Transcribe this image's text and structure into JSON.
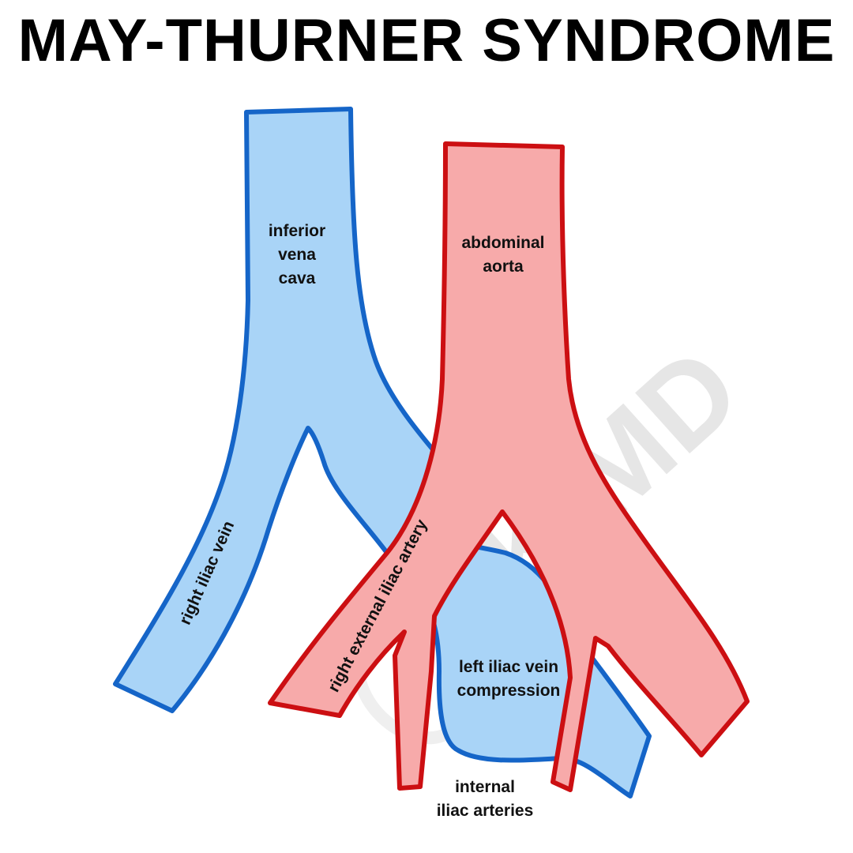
{
  "title": "MAY-THURNER SYNDROME",
  "labels": {
    "ivc": [
      "inferior",
      "vena",
      "cava"
    ],
    "aorta": [
      "abdominal",
      "aorta"
    ],
    "right_iliac_vein": "right iliac vein",
    "right_external_iliac_artery": "right external iliac artery",
    "left_iliac_vein_compression": [
      "left iliac vein",
      "compression"
    ],
    "internal_iliac_arteries": [
      "internal",
      "iliac arteries"
    ]
  },
  "watermark": "RK.MD",
  "colors": {
    "vein_fill": "#a9d4f7",
    "vein_stroke": "#1565c8",
    "artery_fill": "#f7aaaa",
    "artery_stroke": "#cc0f12",
    "title": "#000000"
  }
}
